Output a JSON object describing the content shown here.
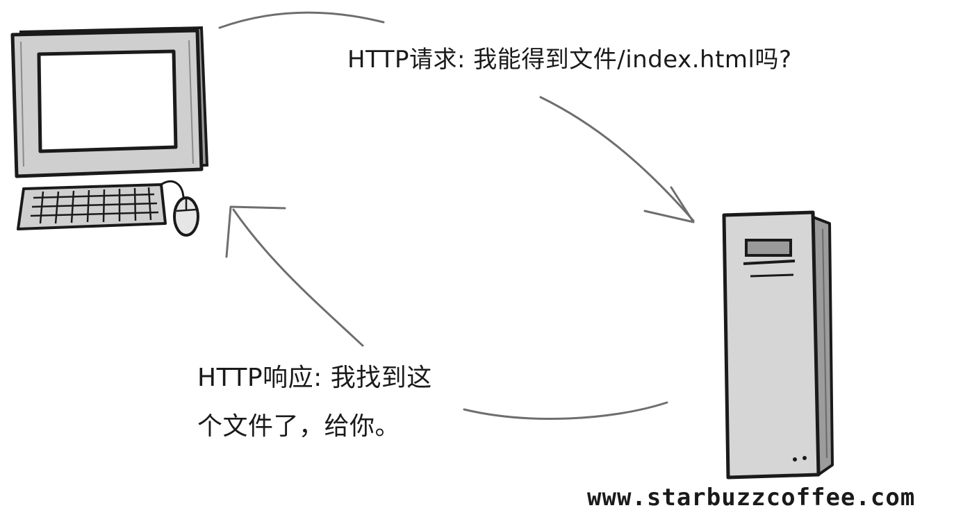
{
  "request": {
    "text": "HTTP请求: 我能得到文件/index.html吗?"
  },
  "response": {
    "line1": "HTTP响应: 我找到这",
    "line2": "个文件了，给你。"
  },
  "server": {
    "url": "www.starbuzzcoffee.com"
  },
  "colors": {
    "ink": "#1a1a1a",
    "device_fill": "#cfcfcf",
    "device_fill_light": "#e6e6e6",
    "arrow": "#6e6e6e",
    "background": "#ffffff"
  }
}
